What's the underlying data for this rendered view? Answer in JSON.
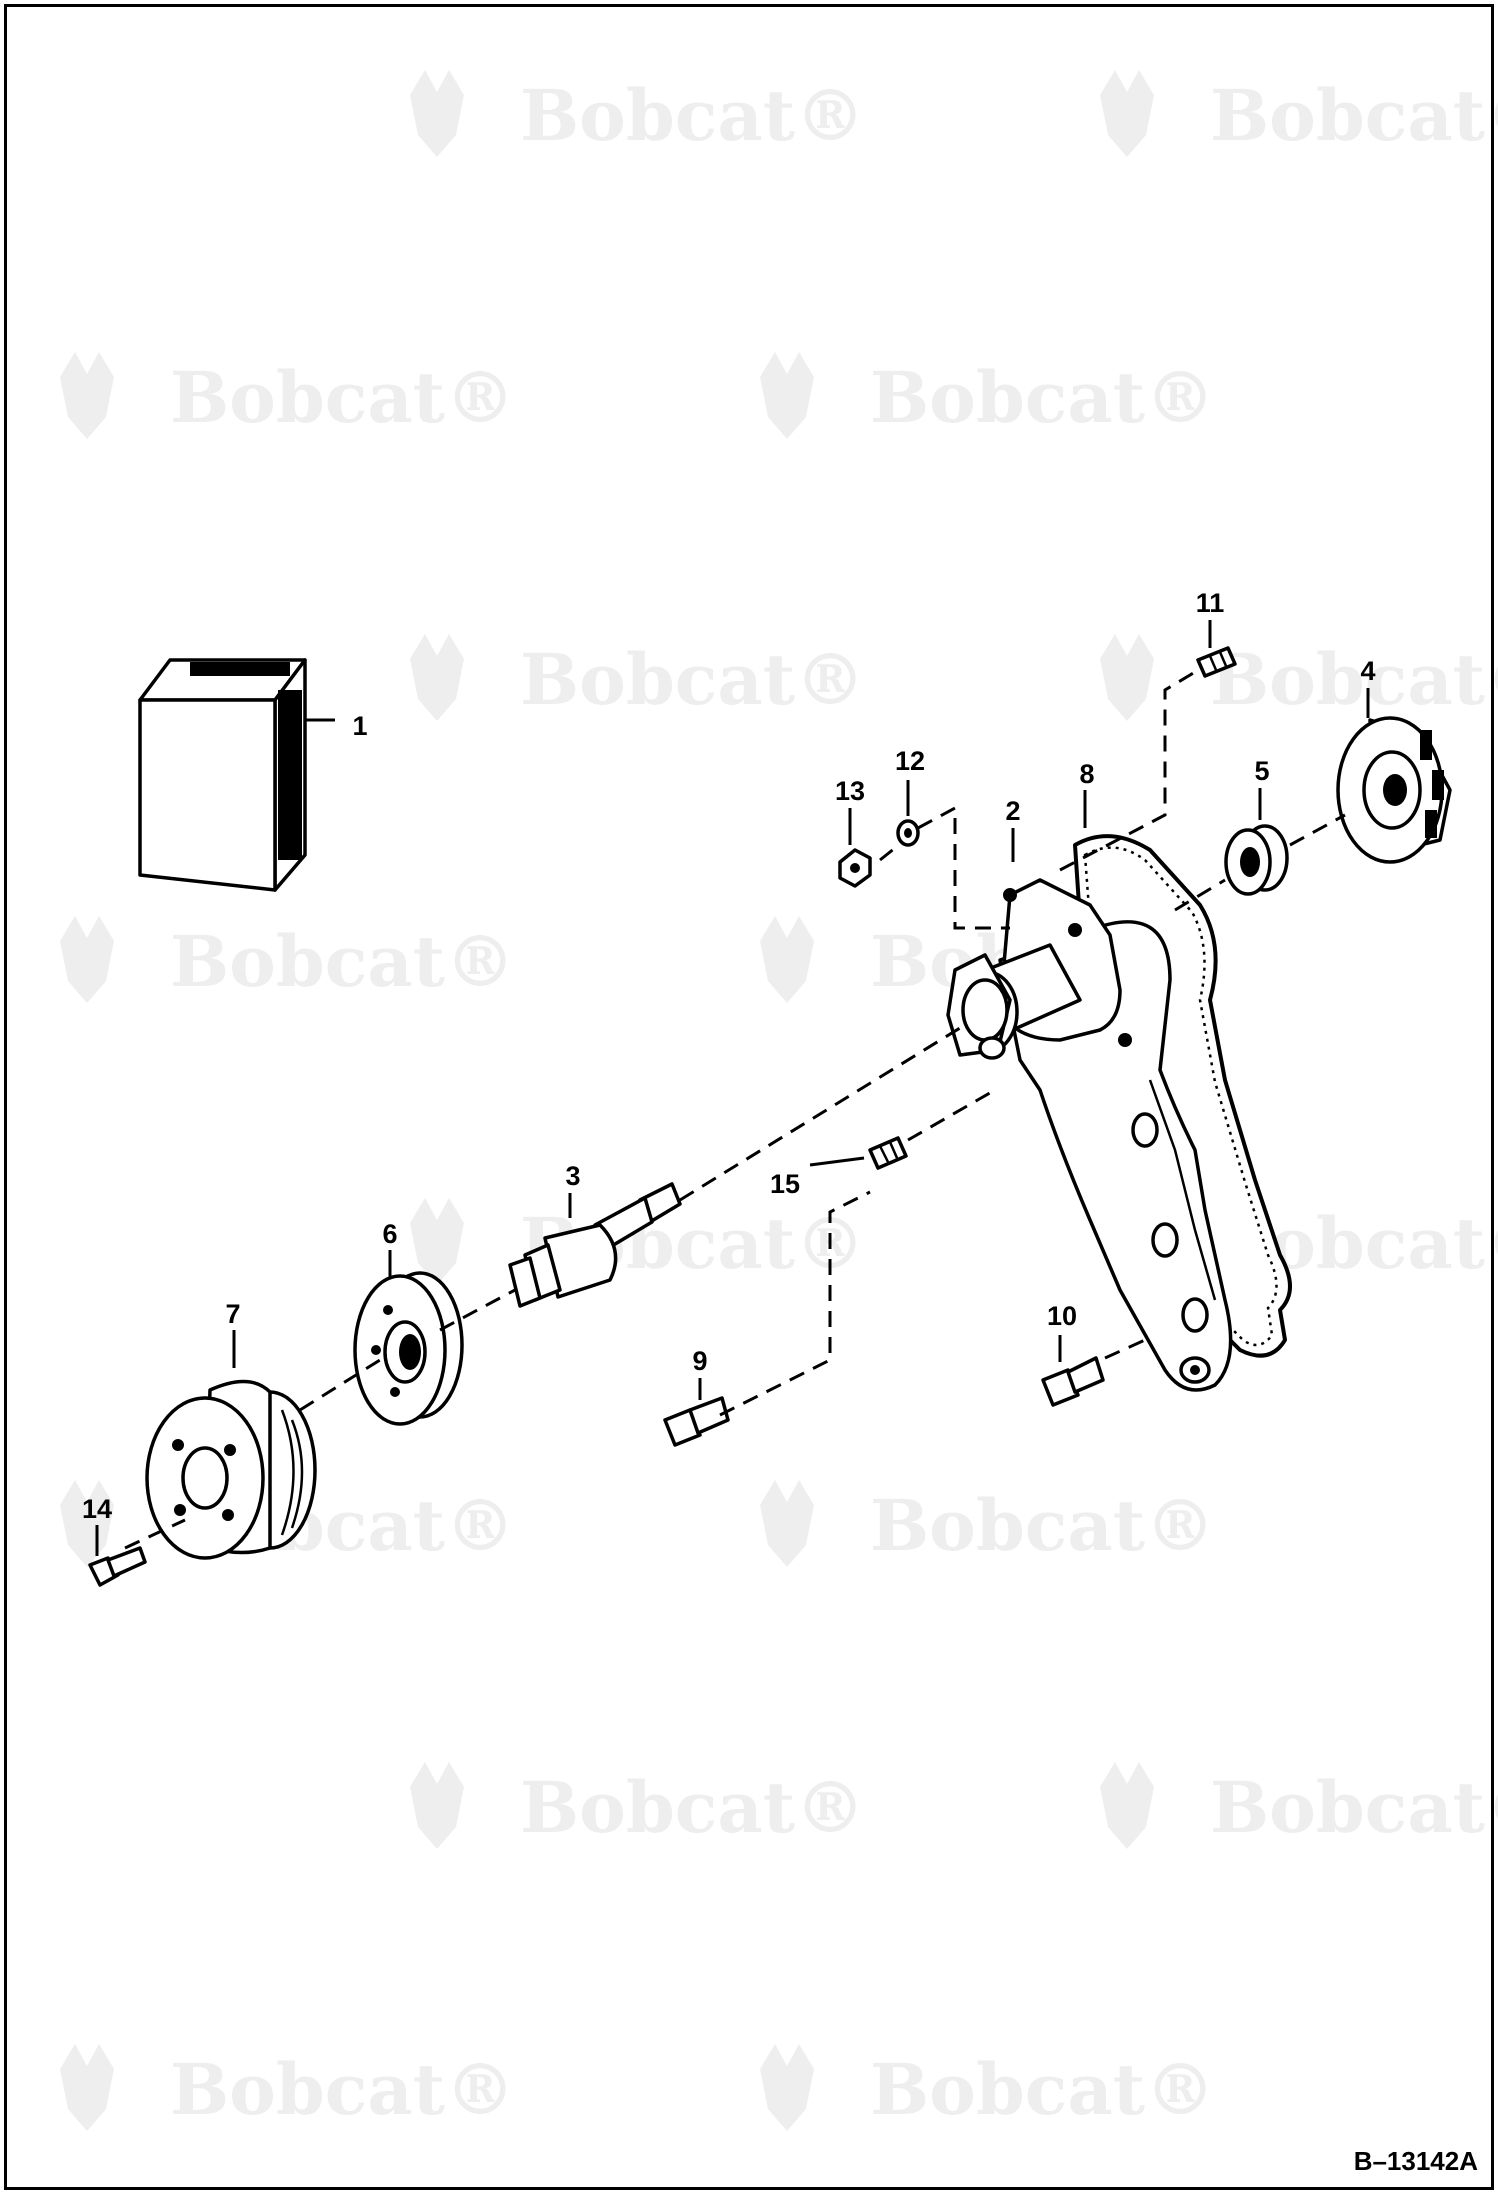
{
  "watermark": {
    "text": "Bobcat",
    "registered_mark": "®"
  },
  "diagram": {
    "type": "exploded parts diagram",
    "callouts": [
      "1",
      "2",
      "3",
      "4",
      "5",
      "6",
      "7",
      "8",
      "9",
      "10",
      "11",
      "12",
      "13",
      "14",
      "15"
    ]
  },
  "reference_number": "B–13142A"
}
